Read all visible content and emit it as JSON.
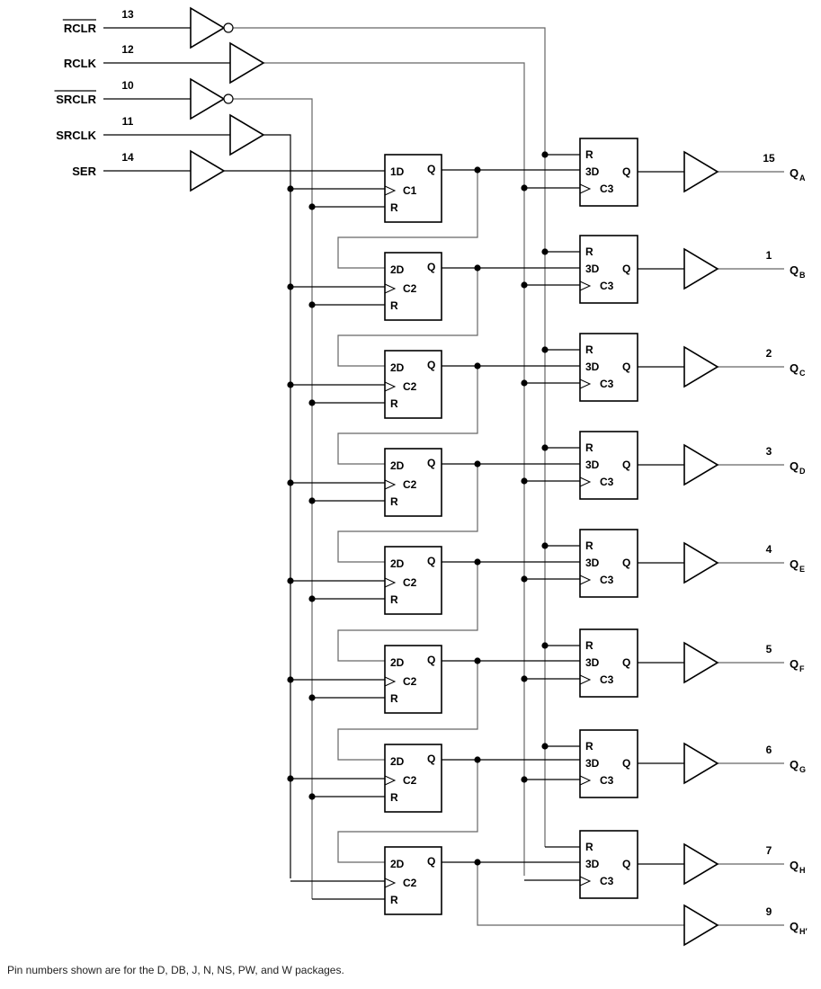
{
  "inputs": [
    {
      "name": "RCLR",
      "pin": "13",
      "active_low": true
    },
    {
      "name": "RCLK",
      "pin": "12",
      "active_low": false
    },
    {
      "name": "SRCLR",
      "pin": "10",
      "active_low": true
    },
    {
      "name": "SRCLK",
      "pin": "11",
      "active_low": false
    },
    {
      "name": "SER",
      "pin": "14",
      "active_low": false
    }
  ],
  "shift_register": [
    {
      "d": "1D",
      "c": "C1",
      "q": "Q",
      "r": "R"
    },
    {
      "d": "2D",
      "c": "C2",
      "q": "Q",
      "r": "R"
    },
    {
      "d": "2D",
      "c": "C2",
      "q": "Q",
      "r": "R"
    },
    {
      "d": "2D",
      "c": "C2",
      "q": "Q",
      "r": "R"
    },
    {
      "d": "2D",
      "c": "C2",
      "q": "Q",
      "r": "R"
    },
    {
      "d": "2D",
      "c": "C2",
      "q": "Q",
      "r": "R"
    },
    {
      "d": "2D",
      "c": "C2",
      "q": "Q",
      "r": "R"
    },
    {
      "d": "2D",
      "c": "C2",
      "q": "Q",
      "r": "R"
    }
  ],
  "storage_register": [
    {
      "r": "R",
      "d": "3D",
      "c": "C3",
      "q": "Q"
    },
    {
      "r": "R",
      "d": "3D",
      "c": "C3",
      "q": "Q"
    },
    {
      "r": "R",
      "d": "3D",
      "c": "C3",
      "q": "Q"
    },
    {
      "r": "R",
      "d": "3D",
      "c": "C3",
      "q": "Q"
    },
    {
      "r": "R",
      "d": "3D",
      "c": "C3",
      "q": "Q"
    },
    {
      "r": "R",
      "d": "3D",
      "c": "C3",
      "q": "Q"
    },
    {
      "r": "R",
      "d": "3D",
      "c": "C3",
      "q": "Q"
    },
    {
      "r": "R",
      "d": "3D",
      "c": "C3",
      "q": "Q"
    }
  ],
  "outputs": [
    {
      "label": "Q",
      "sub": "A",
      "pin": "15"
    },
    {
      "label": "Q",
      "sub": "B",
      "pin": "1"
    },
    {
      "label": "Q",
      "sub": "C",
      "pin": "2"
    },
    {
      "label": "Q",
      "sub": "D",
      "pin": "3"
    },
    {
      "label": "Q",
      "sub": "E",
      "pin": "4"
    },
    {
      "label": "Q",
      "sub": "F",
      "pin": "5"
    },
    {
      "label": "Q",
      "sub": "G",
      "pin": "6"
    },
    {
      "label": "Q",
      "sub": "H",
      "pin": "7"
    },
    {
      "label": "Q",
      "sub": "H′",
      "pin": "9"
    }
  ],
  "footnote": "Pin numbers shown are for the D, DB, J, N, NS, PW, and W packages."
}
